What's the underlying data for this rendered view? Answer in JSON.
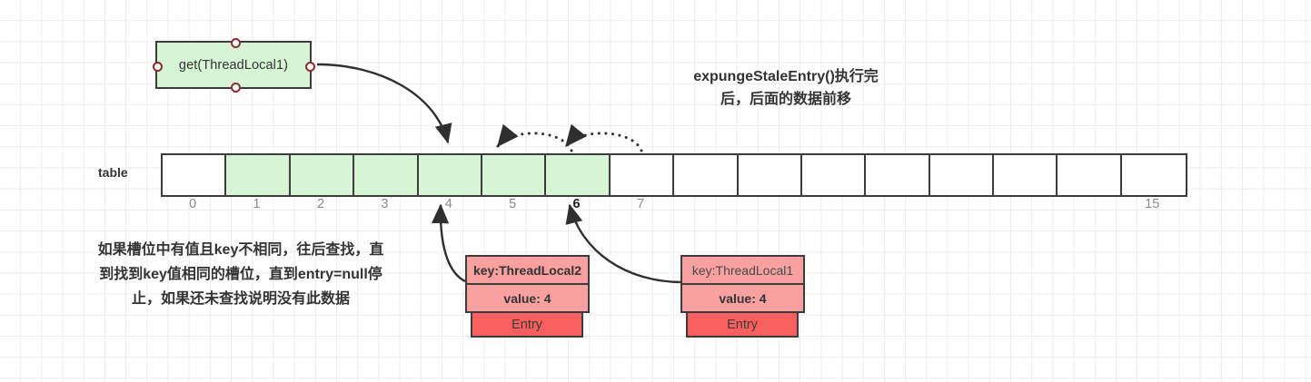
{
  "diagram": {
    "call_box": {
      "label": "get(ThreadLocal1)"
    },
    "title_note": {
      "line1": "expungeStaleEntry()执行完",
      "line2": "后，后面的数据前移"
    },
    "left_note": {
      "line1": "如果槽位中有值且key不相同，往后查找，直",
      "line2": "到找到key值相同的槽位，直到entry=null停",
      "line3": "止，如果还未查找说明没有此数据"
    },
    "table": {
      "label": "table",
      "size": 16,
      "cells": [
        {
          "index": 0,
          "filled": false
        },
        {
          "index": 1,
          "filled": true
        },
        {
          "index": 2,
          "filled": true
        },
        {
          "index": 3,
          "filled": true
        },
        {
          "index": 4,
          "filled": true
        },
        {
          "index": 5,
          "filled": true
        },
        {
          "index": 6,
          "filled": true
        },
        {
          "index": 7,
          "filled": false
        },
        {
          "index": 8,
          "filled": false
        },
        {
          "index": 9,
          "filled": false
        },
        {
          "index": 10,
          "filled": false
        },
        {
          "index": 11,
          "filled": false
        },
        {
          "index": 12,
          "filled": false
        },
        {
          "index": 13,
          "filled": false
        },
        {
          "index": 14,
          "filled": false
        },
        {
          "index": 15,
          "filled": false
        }
      ],
      "index_labels": [
        {
          "slot": 0,
          "text": "0",
          "emphasis": false
        },
        {
          "slot": 1,
          "text": "1",
          "emphasis": false
        },
        {
          "slot": 2,
          "text": "2",
          "emphasis": false
        },
        {
          "slot": 3,
          "text": "3",
          "emphasis": false
        },
        {
          "slot": 4,
          "text": "4",
          "emphasis": false
        },
        {
          "slot": 5,
          "text": "5",
          "emphasis": false
        },
        {
          "slot": 6,
          "text": "6",
          "emphasis": true
        },
        {
          "slot": 7,
          "text": "7",
          "emphasis": false
        },
        {
          "slot": 15,
          "text": "15",
          "emphasis": false
        }
      ]
    },
    "entries": [
      {
        "id": "entry-threadlocal2",
        "key": "key:ThreadLocal2",
        "value": "value: 4",
        "footer": "Entry",
        "key_bold": true
      },
      {
        "id": "entry-threadlocal1",
        "key": "key:ThreadLocal1",
        "value": "value: 4",
        "footer": "Entry",
        "key_bold": false
      }
    ],
    "colors": {
      "green_fill": "#d5f5d5",
      "entry_fill": "#f9a0a0",
      "entry_footer_fill": "#fa5f5f",
      "stroke": "#3c3c3c",
      "anchor_stroke": "#8c2a2a",
      "grid": "#ececec",
      "index_text": "#8a8a8a"
    }
  }
}
